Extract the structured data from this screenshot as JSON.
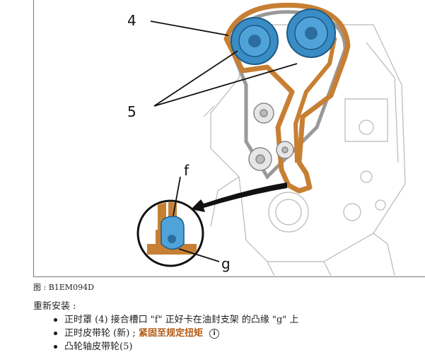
{
  "figure": {
    "callouts": {
      "timing_cover": "4",
      "camshaft_pulleys": "5",
      "slot": "f",
      "lip": "g"
    },
    "caption": "图 : B1EM094D",
    "colors": {
      "cover": "#c77f33",
      "pulley": "#3a8cc4",
      "engine_line": "#b8b8b8"
    }
  },
  "instructions": {
    "heading": "重新安装 :",
    "steps": [
      {
        "text": "正时罩  (4) 接合槽口  \"f\" 正好卡在油封支架  的凸缘  \"g\" 上"
      },
      {
        "text": "正时皮带轮  (新) ;",
        "link": "紧固至规定扭矩",
        "icon": "info-icon"
      },
      {
        "text": "凸轮轴皮带轮(5)"
      }
    ]
  }
}
